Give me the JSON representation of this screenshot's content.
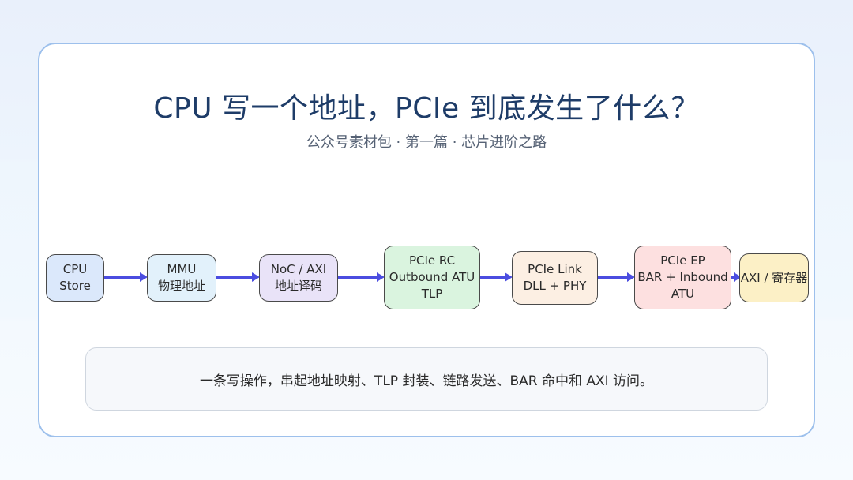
{
  "title": "CPU 写一个地址，PCIe 到底发生了什么？",
  "subtitle": "公众号素材包 · 第一篇 · 芯片进阶之路",
  "nodes": [
    {
      "id": "cpu",
      "label": "CPU\nStore",
      "fill": "#dbe8fb"
    },
    {
      "id": "mmu",
      "label": "MMU\n物理地址",
      "fill": "#e2f1fb"
    },
    {
      "id": "noc",
      "label": "NoC / AXI\n地址译码",
      "fill": "#e9e3f8"
    },
    {
      "id": "pcie-rc",
      "label": "PCIe RC\nOutbound ATU\nTLP",
      "fill": "#daf4df"
    },
    {
      "id": "pcie-link",
      "label": "PCIe Link\nDLL + PHY",
      "fill": "#fcefe3"
    },
    {
      "id": "pcie-ep",
      "label": "PCIe EP\nBAR + Inbound ATU",
      "fill": "#fde0e0"
    },
    {
      "id": "axi-reg",
      "label": "AXI / 寄存器",
      "fill": "#fcf0c6"
    }
  ],
  "caption": "一条写操作，串起地址映射、TLP 封装、链路发送、BAR 命中和 AXI 访问。",
  "colors": {
    "arrow": "#4b4de0",
    "title": "#1e3c68",
    "card_border": "#9dc0ec"
  }
}
